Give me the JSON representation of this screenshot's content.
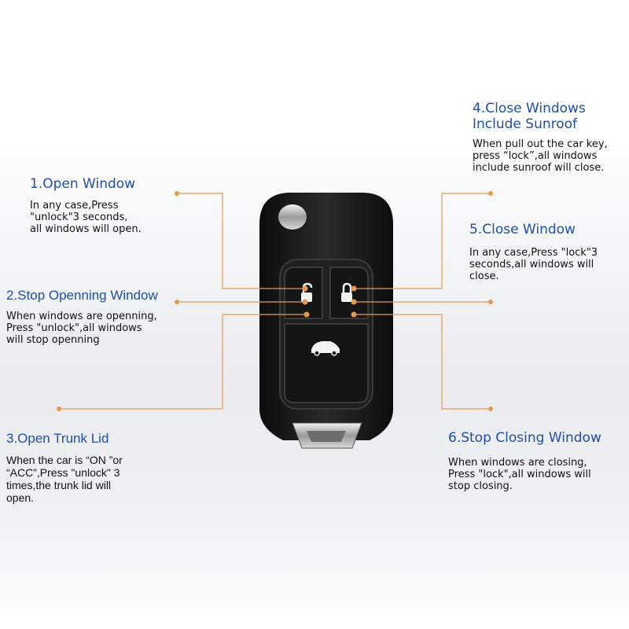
{
  "colors": {
    "title": "#1f4fa8",
    "leader": "#e69a4f",
    "key_body": "#1b1b1b"
  },
  "icons": [
    "unlock-icon",
    "lock-icon",
    "trunk-car-icon"
  ],
  "functions": [
    {
      "title": "1.Open Window",
      "desc": "In any case,Press\n\"unlock\"3 seconds,\nall windows will open."
    },
    {
      "title": "2.Stop Openning Window",
      "desc": "When windows are openning,\nPress \"unlock\",all windows\nwill stop openning"
    },
    {
      "title": "3.Open Trunk Lid",
      "desc": "When the car is “ON ”or\n“ACC”,Press \"unlock\" 3\ntimes,the trunk lid will\nopen."
    },
    {
      "title": "4.Close Windows\nInclude Sunroof",
      "desc": "When pull out the car key,\npress “lock”,all windows\ninclude sunroof will close."
    },
    {
      "title": "5.Close Window",
      "desc": "In any case,Press \"lock\"3\nseconds,all windows will\nclose."
    },
    {
      "title": "6.Stop Closing Window",
      "desc": "When windows are closing,\nPress \"lock\",all windows will\nstop closing."
    }
  ]
}
